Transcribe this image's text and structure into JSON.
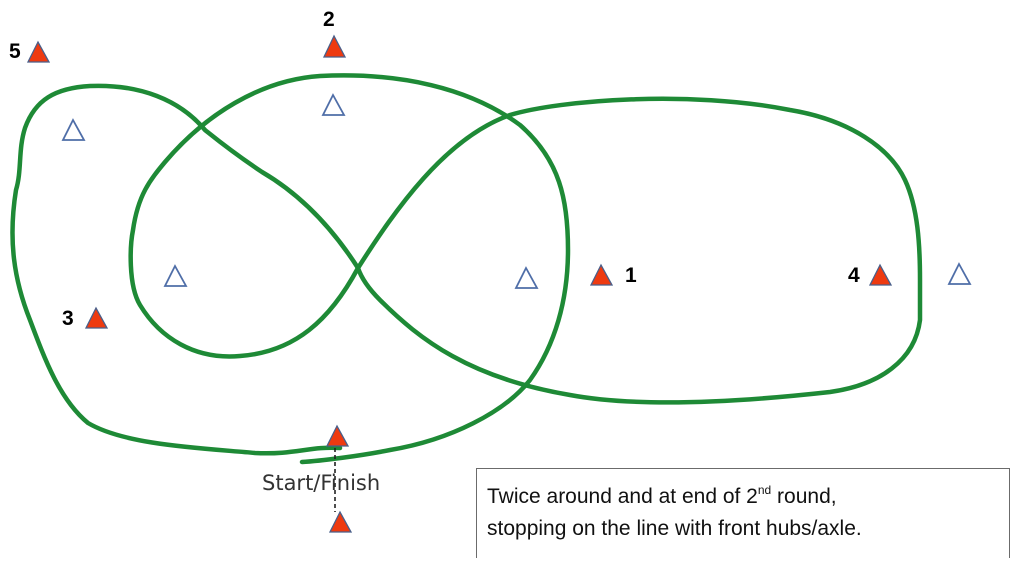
{
  "colors": {
    "course_line": "#1e8a36",
    "marker_fill": "#ee3a10",
    "marker_stroke": "#4a5f8a",
    "hollow_marker_stroke": "#4f6ea8",
    "finish_line": "#222222"
  },
  "markers": [
    {
      "id": "1",
      "label": "1"
    },
    {
      "id": "2",
      "label": "2"
    },
    {
      "id": "3",
      "label": "3"
    },
    {
      "id": "4",
      "label": "4"
    },
    {
      "id": "5",
      "label": "5"
    }
  ],
  "start_finish": {
    "label": "Start/Finish"
  },
  "instructions": {
    "line1_prefix": "Twice around and at end of  2",
    "line1_sup": "nd",
    "line1_suffix": " round,",
    "line2": "stopping on the line with front hubs/axle."
  }
}
